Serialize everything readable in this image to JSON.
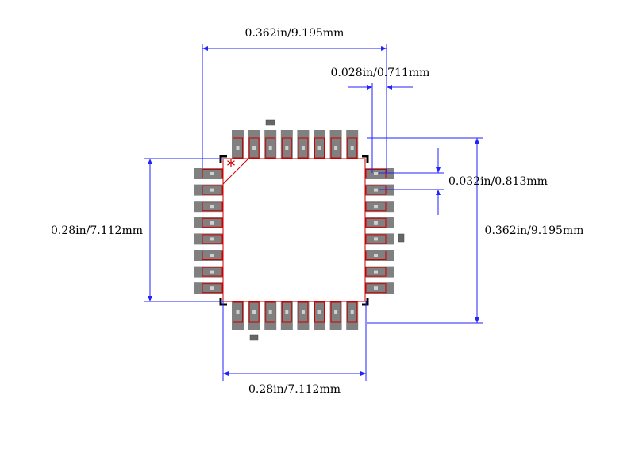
{
  "colors": {
    "dimension": "#2222ff",
    "pad": "#808080",
    "pin_outline": "#cc0000",
    "body_outline": "#cc0000",
    "pin1_marker": "#cc0000",
    "corner_mark": "#000000",
    "background": "#ffffff"
  },
  "dimensions": {
    "overall_width": "0.362in/9.195mm",
    "pin_width": "0.028in/0.711mm",
    "pin_pitch": "0.032in/0.813mm",
    "body_height": "0.28in/7.112mm",
    "overall_height": "0.362in/9.195mm",
    "body_width": "0.28in/7.112mm"
  },
  "package": {
    "pins_per_side": 8,
    "pin1_marker": "*"
  }
}
